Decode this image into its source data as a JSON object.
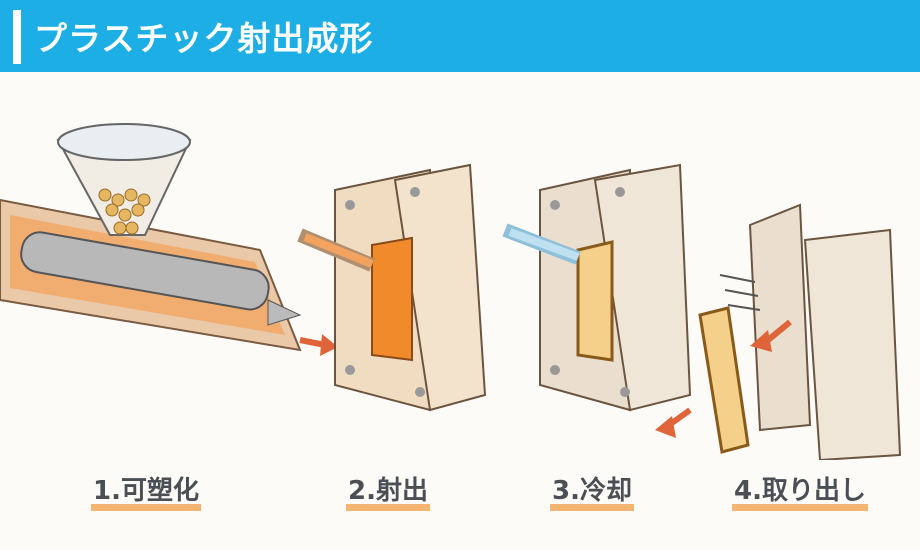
{
  "header": {
    "title": "プラスチック射出成形"
  },
  "steps": [
    {
      "label": "1.可塑化",
      "illustration": "injection-barrel"
    },
    {
      "label": "2.射出",
      "illustration": "mold-filling"
    },
    {
      "label": "3.冷却",
      "illustration": "mold-cooling"
    },
    {
      "label": "4.取り出し",
      "illustration": "part-ejection"
    }
  ],
  "colors": {
    "header": "#1eaee6",
    "underline": "#f5a75c",
    "label": "#4a4e55",
    "molten": "#f08a2a",
    "mold": "#efdcc0"
  }
}
